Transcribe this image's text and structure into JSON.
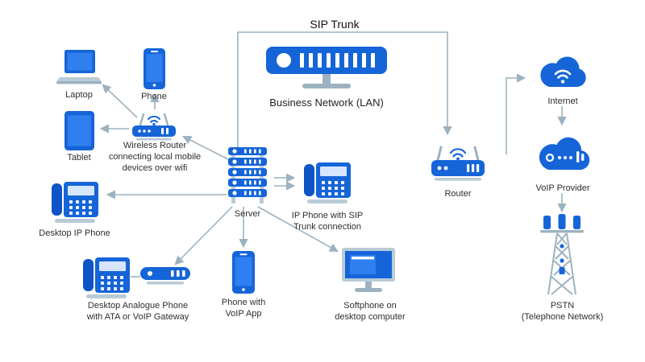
{
  "diagram": {
    "colors": {
      "primary_blue": "#1565d8",
      "screen_blue": "#2f7ff0",
      "line_gray": "#9cb2c0",
      "text": "#2e2e2e"
    },
    "nodes": {
      "sip_trunk": "SIP Trunk",
      "lan": "Business Network (LAN)",
      "internet": "Internet",
      "voip_provider": "VoIP Provider",
      "pstn": "PSTN\n(Telephone Network)",
      "laptop": "Laptop",
      "phone": "Phone",
      "tablet": "Tablet",
      "wireless_router": "Wireless Router\nconnecting local mobile\ndevices over wifi",
      "desktop_ip_phone": "Desktop IP Phone",
      "server": "Server",
      "ip_phone_sip": "IP Phone with SIP\nTrunk connection",
      "analogue_phone": "Desktop Analogue Phone\nwith ATA or VoIP Gateway",
      "phone_voip_app": "Phone with\nVoIP App",
      "softphone": "Softphone on\ndesktop computer",
      "router": "Router"
    }
  }
}
